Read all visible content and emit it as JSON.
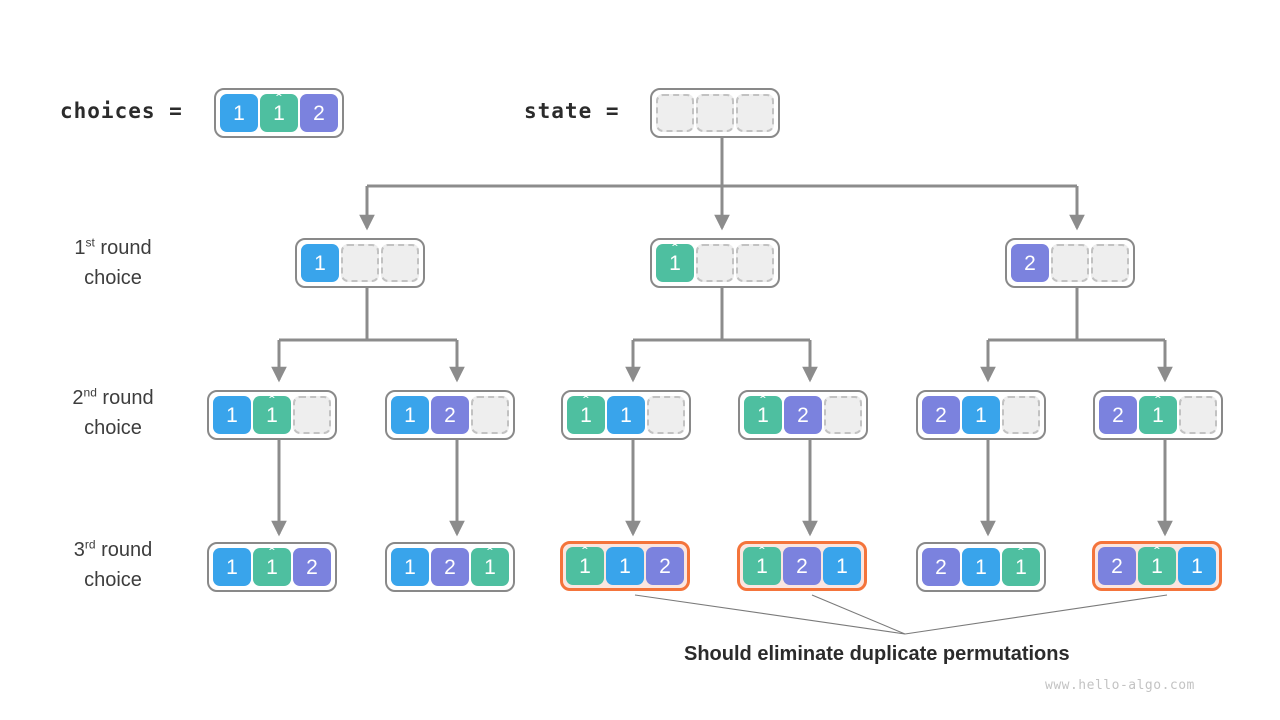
{
  "diagram": {
    "title": "Permutation backtracking decision tree with duplicate elimination",
    "watermark": "www.hello-algo.com",
    "caption": "Should eliminate duplicate permutations"
  },
  "colors": {
    "blue": "#39a4eb",
    "green": "#4ebfa0",
    "purple": "#7b82de",
    "empty_fill": "#eeeeee",
    "empty_border": "#c2c2c2",
    "box_border": "#898989",
    "highlight_border": "#f4743b",
    "highlight_fill": "#fbe6e0",
    "connector": "#8c8c8c",
    "text": "#2b2b2b"
  },
  "header": {
    "choices_label": "choices =",
    "choices_cells": [
      {
        "value": "1",
        "color": "blue",
        "hat": false
      },
      {
        "value": "1",
        "color": "green",
        "hat": true
      },
      {
        "value": "2",
        "color": "purple",
        "hat": false
      }
    ],
    "state_label": "state =",
    "state_cells": [
      {
        "value": "",
        "color": "empty",
        "hat": false
      },
      {
        "value": "",
        "color": "empty",
        "hat": false
      },
      {
        "value": "",
        "color": "empty",
        "hat": false
      }
    ]
  },
  "rows": [
    {
      "label_line1": "1",
      "label_sup": "st",
      "label_line1_rest": " round",
      "label_line2": "choice",
      "nodes": [
        {
          "highlight": false,
          "cells": [
            {
              "value": "1",
              "color": "blue",
              "hat": false
            },
            {
              "value": "",
              "color": "empty",
              "hat": false
            },
            {
              "value": "",
              "color": "empty",
              "hat": false
            }
          ]
        },
        {
          "highlight": false,
          "cells": [
            {
              "value": "1",
              "color": "green",
              "hat": true
            },
            {
              "value": "",
              "color": "empty",
              "hat": false
            },
            {
              "value": "",
              "color": "empty",
              "hat": false
            }
          ]
        },
        {
          "highlight": false,
          "cells": [
            {
              "value": "2",
              "color": "purple",
              "hat": false
            },
            {
              "value": "",
              "color": "empty",
              "hat": false
            },
            {
              "value": "",
              "color": "empty",
              "hat": false
            }
          ]
        }
      ]
    },
    {
      "label_line1": "2",
      "label_sup": "nd",
      "label_line1_rest": " round",
      "label_line2": "choice",
      "nodes": [
        {
          "highlight": false,
          "cells": [
            {
              "value": "1",
              "color": "blue",
              "hat": false
            },
            {
              "value": "1",
              "color": "green",
              "hat": true
            },
            {
              "value": "",
              "color": "empty",
              "hat": false
            }
          ]
        },
        {
          "highlight": false,
          "cells": [
            {
              "value": "1",
              "color": "blue",
              "hat": false
            },
            {
              "value": "2",
              "color": "purple",
              "hat": false
            },
            {
              "value": "",
              "color": "empty",
              "hat": false
            }
          ]
        },
        {
          "highlight": false,
          "cells": [
            {
              "value": "1",
              "color": "green",
              "hat": true
            },
            {
              "value": "1",
              "color": "blue",
              "hat": false
            },
            {
              "value": "",
              "color": "empty",
              "hat": false
            }
          ]
        },
        {
          "highlight": false,
          "cells": [
            {
              "value": "1",
              "color": "green",
              "hat": true
            },
            {
              "value": "2",
              "color": "purple",
              "hat": false
            },
            {
              "value": "",
              "color": "empty",
              "hat": false
            }
          ]
        },
        {
          "highlight": false,
          "cells": [
            {
              "value": "2",
              "color": "purple",
              "hat": false
            },
            {
              "value": "1",
              "color": "blue",
              "hat": false
            },
            {
              "value": "",
              "color": "empty",
              "hat": false
            }
          ]
        },
        {
          "highlight": false,
          "cells": [
            {
              "value": "2",
              "color": "purple",
              "hat": false
            },
            {
              "value": "1",
              "color": "green",
              "hat": true
            },
            {
              "value": "",
              "color": "empty",
              "hat": false
            }
          ]
        }
      ]
    },
    {
      "label_line1": "3",
      "label_sup": "rd",
      "label_line1_rest": " round",
      "label_line2": "choice",
      "nodes": [
        {
          "highlight": false,
          "cells": [
            {
              "value": "1",
              "color": "blue",
              "hat": false
            },
            {
              "value": "1",
              "color": "green",
              "hat": true
            },
            {
              "value": "2",
              "color": "purple",
              "hat": false
            }
          ]
        },
        {
          "highlight": false,
          "cells": [
            {
              "value": "1",
              "color": "blue",
              "hat": false
            },
            {
              "value": "2",
              "color": "purple",
              "hat": false
            },
            {
              "value": "1",
              "color": "green",
              "hat": true
            }
          ]
        },
        {
          "highlight": true,
          "cells": [
            {
              "value": "1",
              "color": "green",
              "hat": true
            },
            {
              "value": "1",
              "color": "blue",
              "hat": false
            },
            {
              "value": "2",
              "color": "purple",
              "hat": false
            }
          ]
        },
        {
          "highlight": true,
          "cells": [
            {
              "value": "1",
              "color": "green",
              "hat": true
            },
            {
              "value": "2",
              "color": "purple",
              "hat": false
            },
            {
              "value": "1",
              "color": "blue",
              "hat": false
            }
          ]
        },
        {
          "highlight": false,
          "cells": [
            {
              "value": "2",
              "color": "purple",
              "hat": false
            },
            {
              "value": "1",
              "color": "blue",
              "hat": false
            },
            {
              "value": "1",
              "color": "green",
              "hat": true
            }
          ]
        },
        {
          "highlight": true,
          "cells": [
            {
              "value": "2",
              "color": "purple",
              "hat": false
            },
            {
              "value": "1",
              "color": "green",
              "hat": true
            },
            {
              "value": "1",
              "color": "blue",
              "hat": false
            }
          ]
        }
      ]
    }
  ]
}
